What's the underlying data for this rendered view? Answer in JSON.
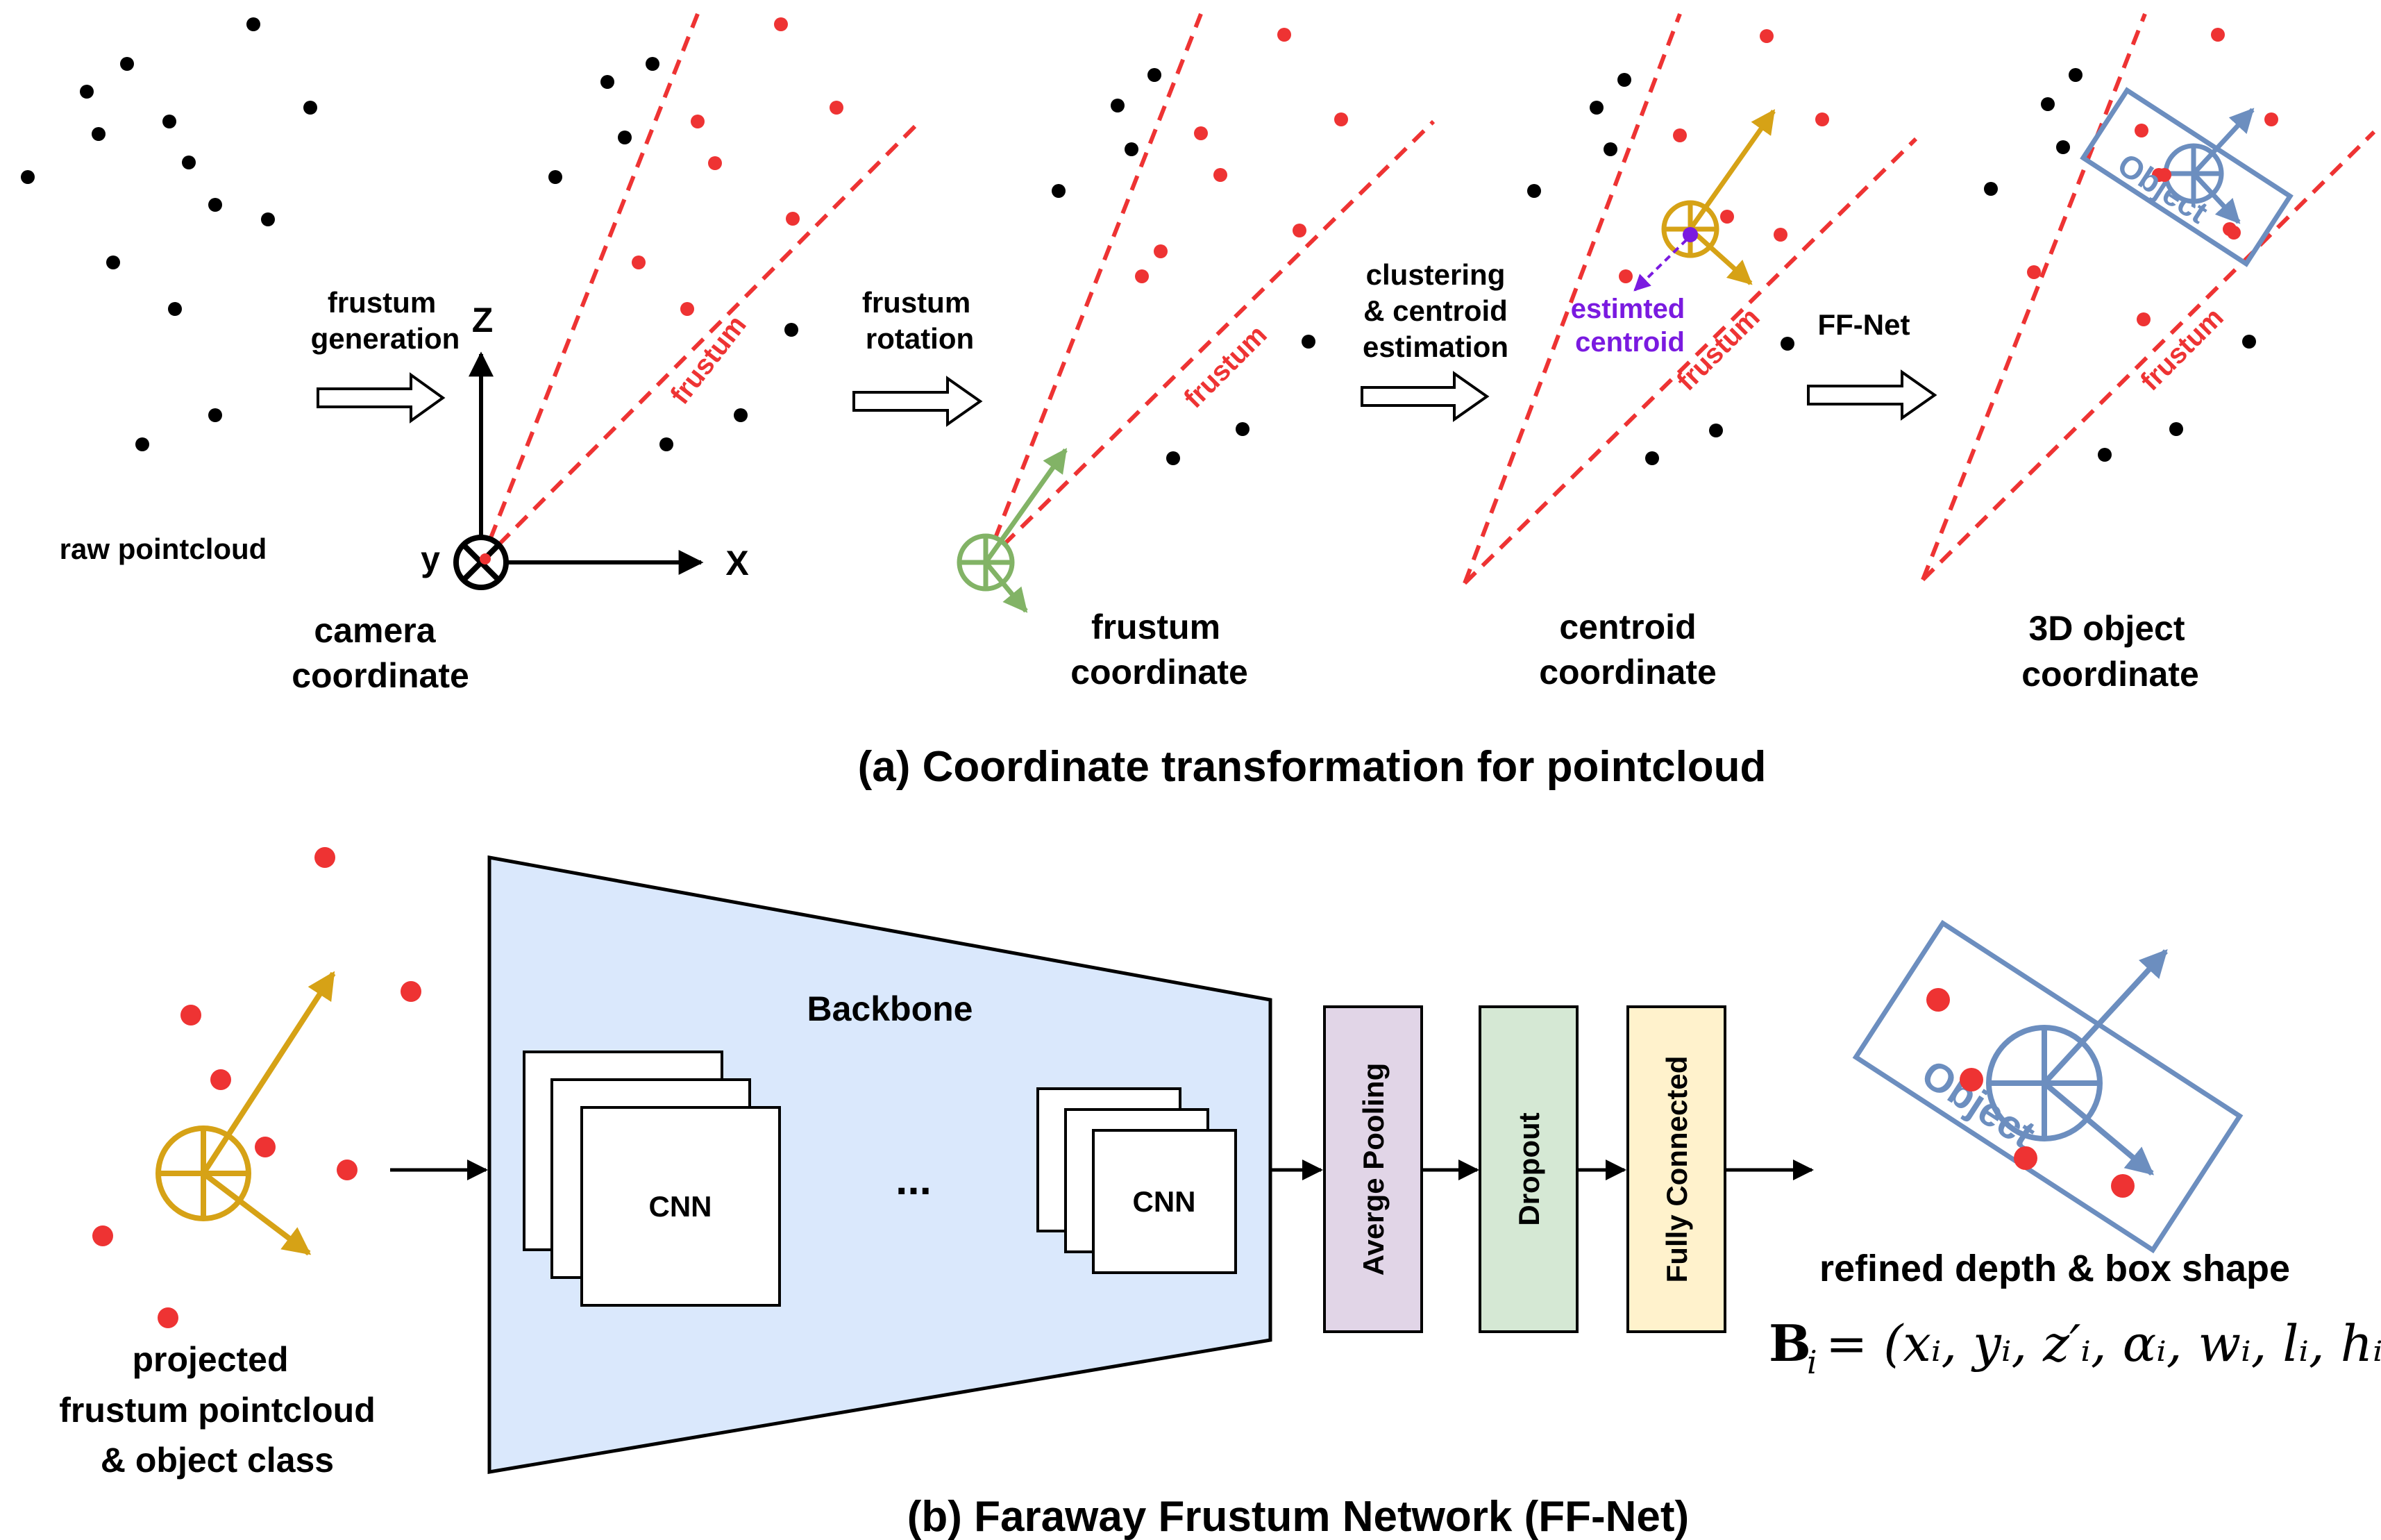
{
  "colors": {
    "black": "#000000",
    "red": "#ee3333",
    "green": "#82b366",
    "gold": "#d6a216",
    "blue": "#6c8ebf",
    "purple": "#7a1ae0",
    "backbone_fill": "#dae8fc",
    "pooling_fill": "#e1d5e7",
    "dropout_fill": "#d5e8d4",
    "fc_fill": "#fff2cc"
  },
  "panel_a": {
    "caption": "(a) Coordinate transformation for pointcloud",
    "raw_label": "raw pointcloud",
    "step1_line1": "frustum",
    "step1_line2": "generation",
    "step2_line1": "frustum",
    "step2_line2": "rotation",
    "step3_line1": "clustering",
    "step3_line2": "& centroid",
    "step3_line3": "estimation",
    "step4": "FF-Net",
    "frustum_text": "frustum",
    "axis_z": "Z",
    "axis_x": "X",
    "axis_y": "y",
    "estimated_line1": "estimted",
    "estimated_line2": "centroid",
    "object_text": "Object",
    "camera_line1": "camera",
    "camera_line2": "coordinate",
    "frustum_coord_line1": "frustum",
    "frustum_coord_line2": "coordinate",
    "centroid_line1": "centroid",
    "centroid_line2": "coordinate",
    "object_coord_line1": "3D object",
    "object_coord_line2": "coordinate"
  },
  "panel_b": {
    "caption": "(b) Faraway Frustum Network (FF-Net)",
    "backbone": "Backbone",
    "cnn": "CNN",
    "ellipsis": "...",
    "pooling": "Averge Pooling",
    "dropout": "Dropout",
    "fully_connected": "Fully Connected",
    "input_line1": "projected",
    "input_line2": "frustum pointcloud",
    "input_line3": "& object class",
    "output_label": "refined depth & box shape",
    "object_text": "Object",
    "formula_lhs": "B",
    "formula_sub": "i",
    "formula_rhs": "= (xᵢ, yᵢ, z′ᵢ, αᵢ, wᵢ, lᵢ, hᵢ)"
  }
}
